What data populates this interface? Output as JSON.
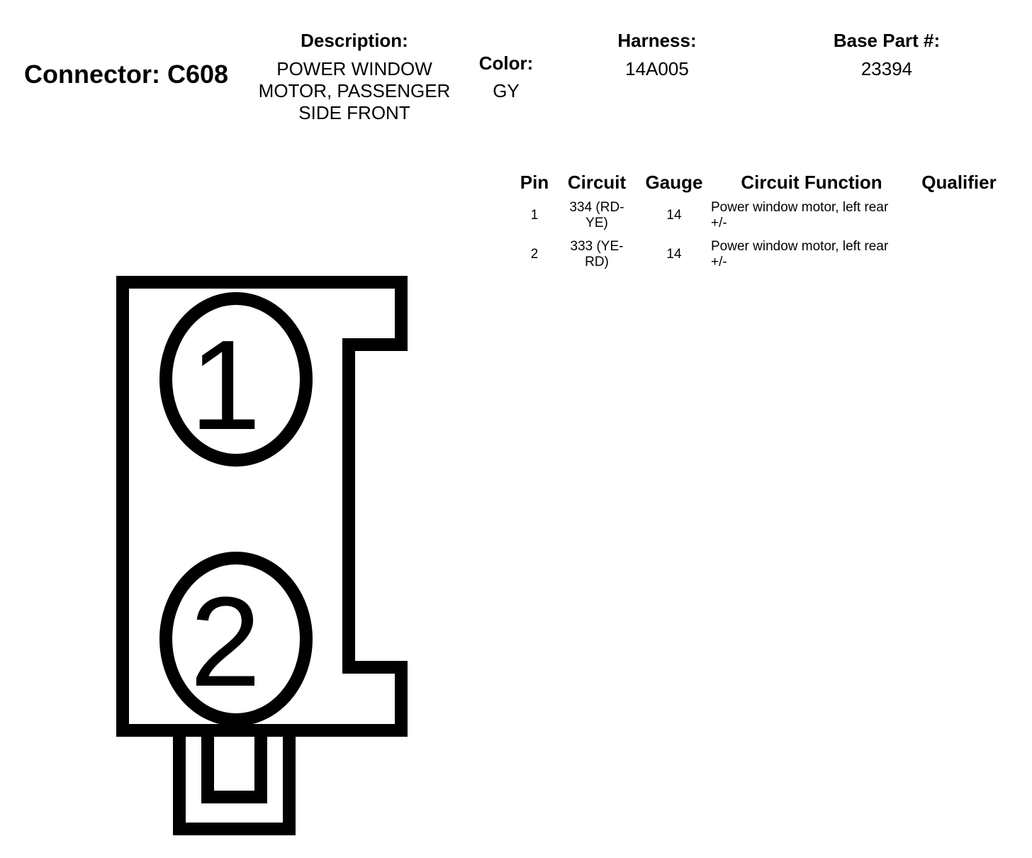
{
  "connector": {
    "title": "Connector: C608",
    "description_label": "Description:",
    "description_lines": [
      "POWER WINDOW",
      "MOTOR, PASSENGER",
      "SIDE FRONT"
    ],
    "color_label": "Color:",
    "color_value": "GY",
    "harness_label": "Harness:",
    "harness_value": "14A005",
    "base_part_label": "Base Part #:",
    "base_part_value": "23394"
  },
  "pin_table": {
    "headers": {
      "pin": "Pin",
      "circuit": "Circuit",
      "gauge": "Gauge",
      "function": "Circuit Function",
      "qualifier": "Qualifier"
    },
    "rows": [
      {
        "pin": "1",
        "circuit_lines": [
          "334 (RD-",
          "YE)"
        ],
        "gauge": "14",
        "function_lines": [
          "Power window motor, left rear",
          "+/-"
        ],
        "qualifier": ""
      },
      {
        "pin": "2",
        "circuit_lines": [
          "333 (YE-",
          "RD)"
        ],
        "gauge": "14",
        "function_lines": [
          "Power window motor, left rear",
          "+/-"
        ],
        "qualifier": ""
      }
    ]
  },
  "diagram": {
    "pin_labels": [
      "1",
      "2"
    ],
    "stroke_color": "#000000"
  }
}
